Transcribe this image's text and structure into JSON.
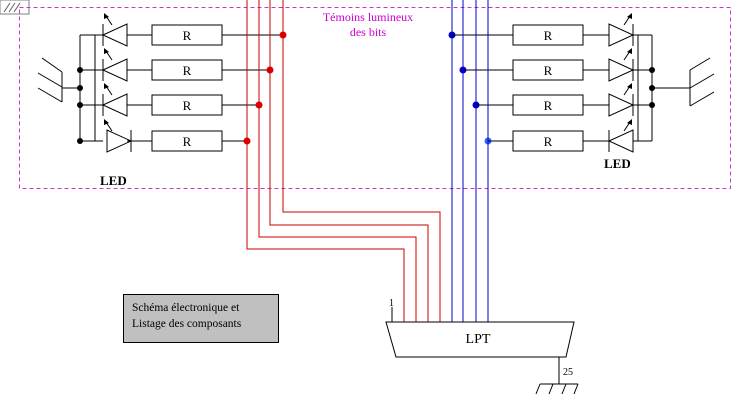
{
  "diagram": {
    "indicator_label_line1": "Témoins lumineux",
    "indicator_label_line2": "des bits",
    "led_label_left": "LED",
    "led_label_right": "LED",
    "resistor_label": "R",
    "connector_label": "LPT",
    "pin_1_label": "1",
    "pin_25_label": "25",
    "colors": {
      "red_wires": "#cc0000",
      "blue_wires": "#0000cc",
      "light_blue_dot": "#3366ff",
      "dashed_border": "#cc33cc",
      "annotation_text": "#cc00cc",
      "box_fill": "#c0c0c0"
    }
  },
  "schematic_link": {
    "line1": "Schéma électronique et",
    "line2": "Listage des composants"
  }
}
